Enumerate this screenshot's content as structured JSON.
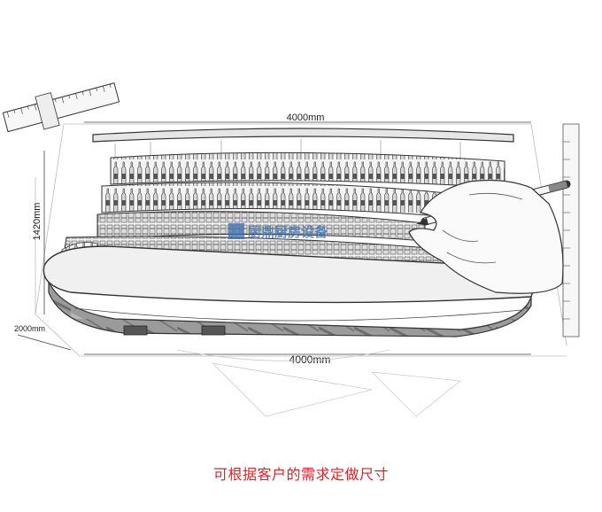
{
  "dimensions": {
    "top_width": "4000mm",
    "height": "1420mm",
    "depth": "2000mm",
    "bottom_width": "4000mm"
  },
  "watermark": "厨鼎厨房设备",
  "caption": "可根据客户的需求定做尺寸",
  "colors": {
    "caption": "#d9212b",
    "line": "#333333",
    "marble": "#8a8a8a"
  }
}
